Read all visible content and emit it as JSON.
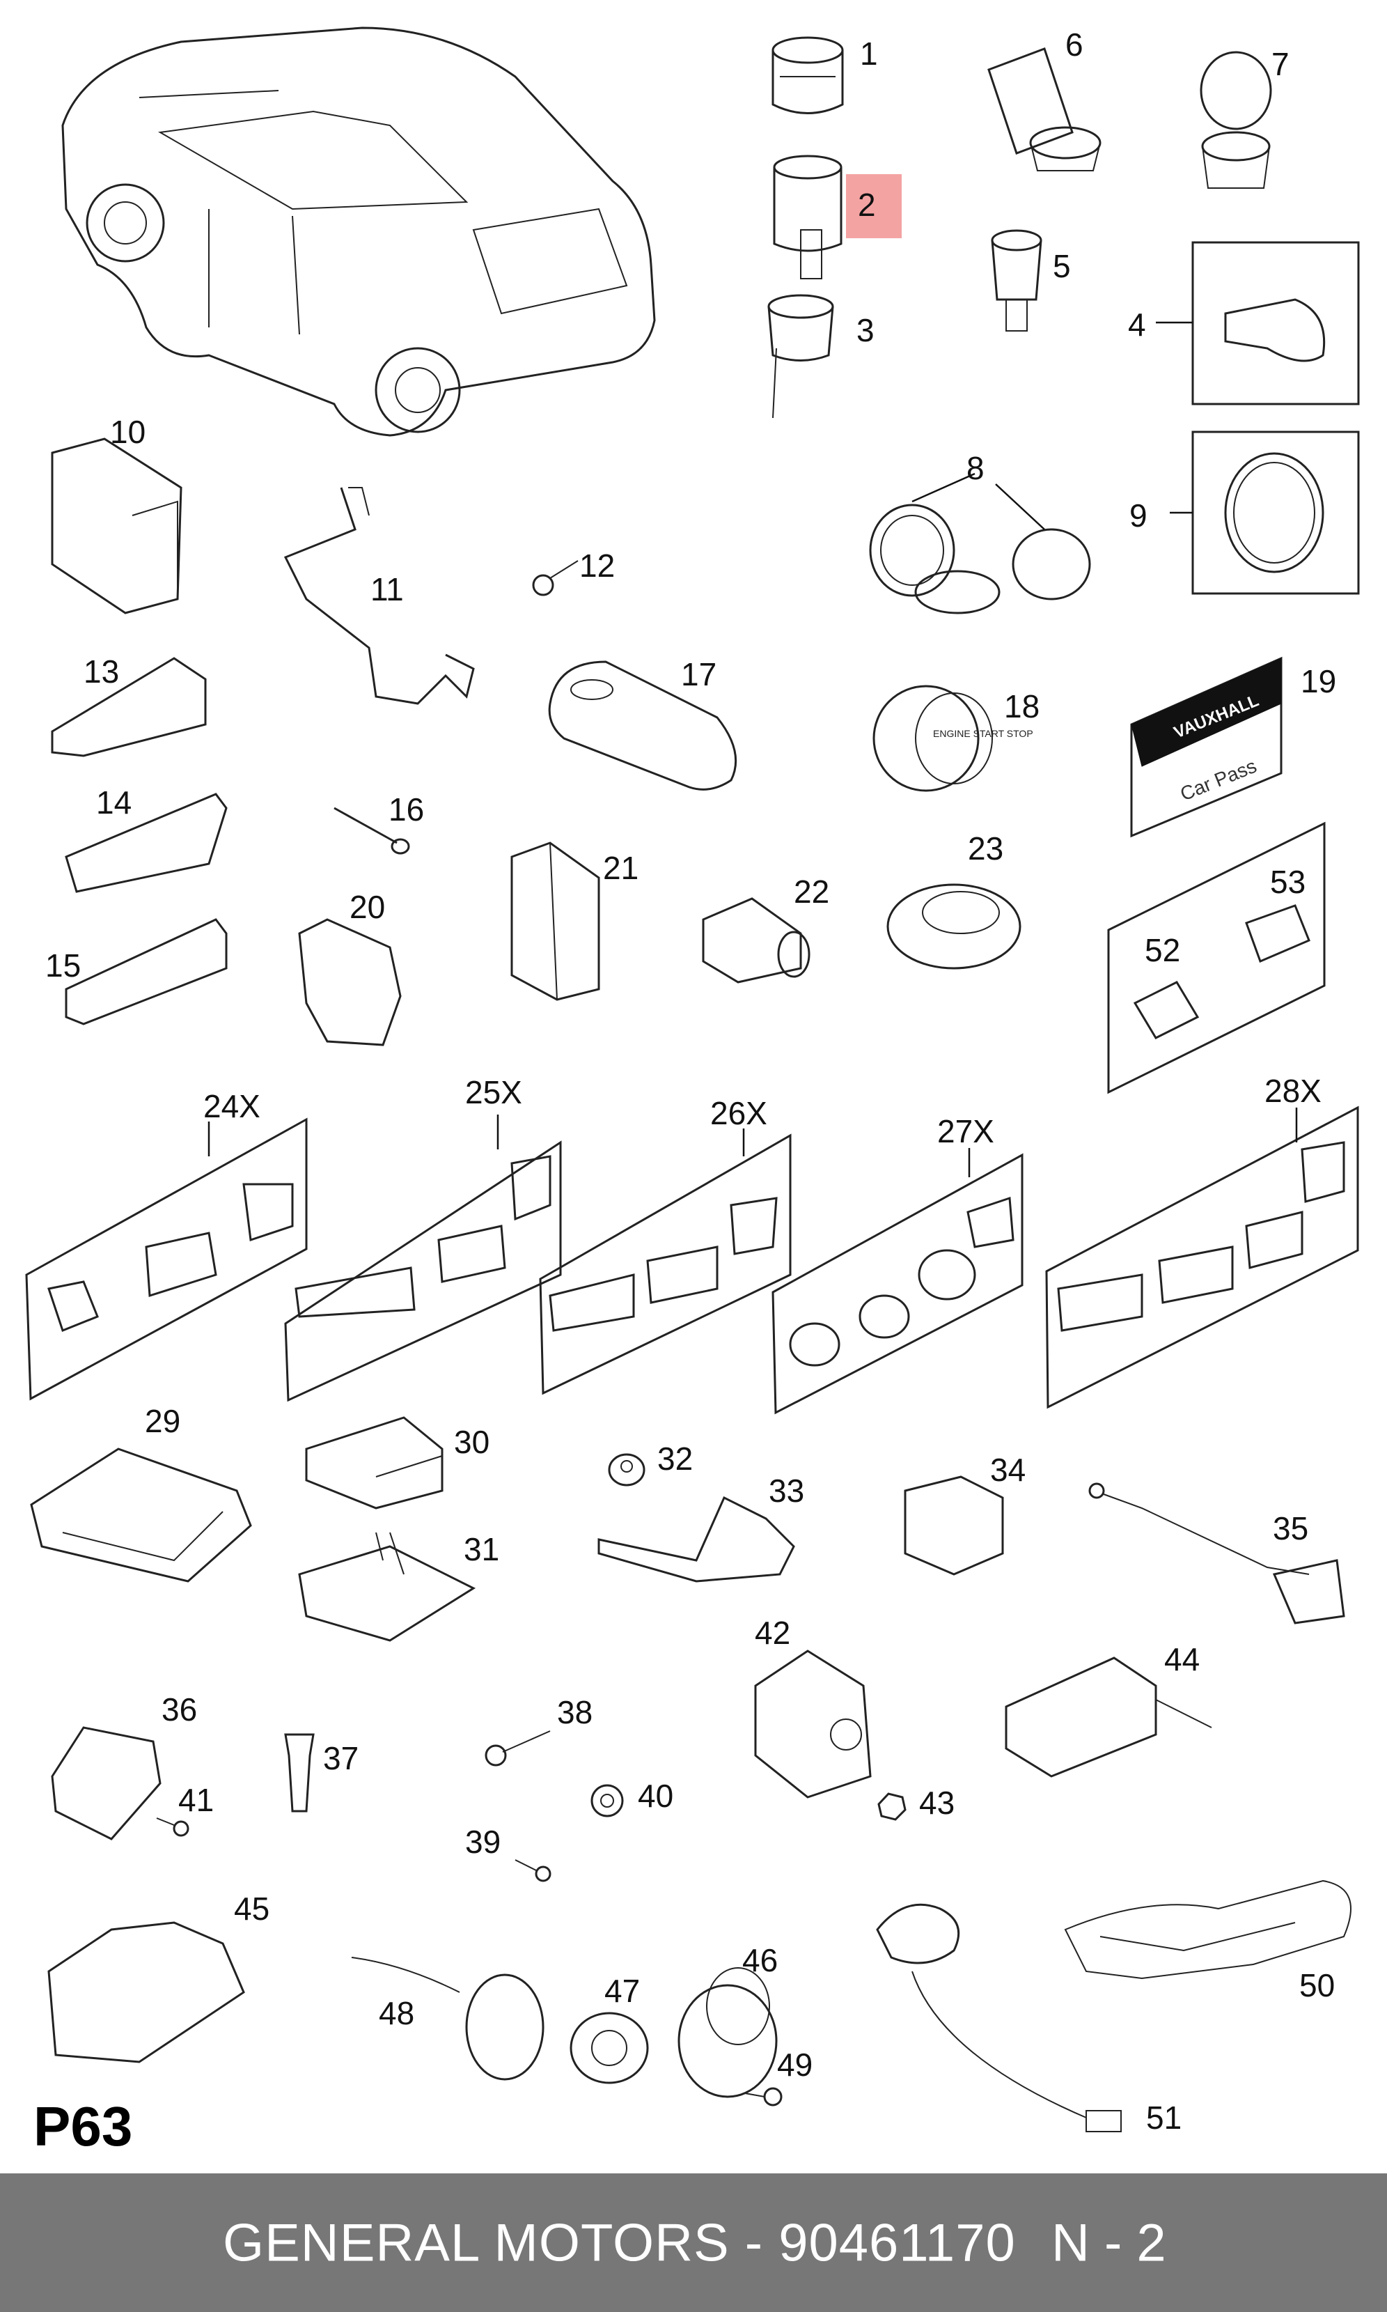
{
  "diagram": {
    "page_code": "P63",
    "highlight_color": "#f4a3a3",
    "highlighted_part": "2",
    "part_numbers": [
      "1",
      "2",
      "3",
      "4",
      "5",
      "6",
      "7",
      "8",
      "9",
      "10",
      "11",
      "12",
      "13",
      "14",
      "15",
      "16",
      "17",
      "18",
      "19",
      "20",
      "21",
      "22",
      "23",
      "24X",
      "25X",
      "26X",
      "27X",
      "28X",
      "29",
      "30",
      "31",
      "32",
      "33",
      "34",
      "35",
      "36",
      "37",
      "38",
      "39",
      "40",
      "41",
      "42",
      "43",
      "44",
      "45",
      "46",
      "47",
      "48",
      "49",
      "50",
      "51",
      "52",
      "53"
    ],
    "label_19_brand": "VAUXHALL",
    "label_19_text": "Car Pass",
    "label_18_text": "ENGINE START STOP"
  },
  "footer": {
    "brand_line": "GENERAL MOTORS - 90461170",
    "page_ref": "N - 2",
    "background": "#777777"
  }
}
